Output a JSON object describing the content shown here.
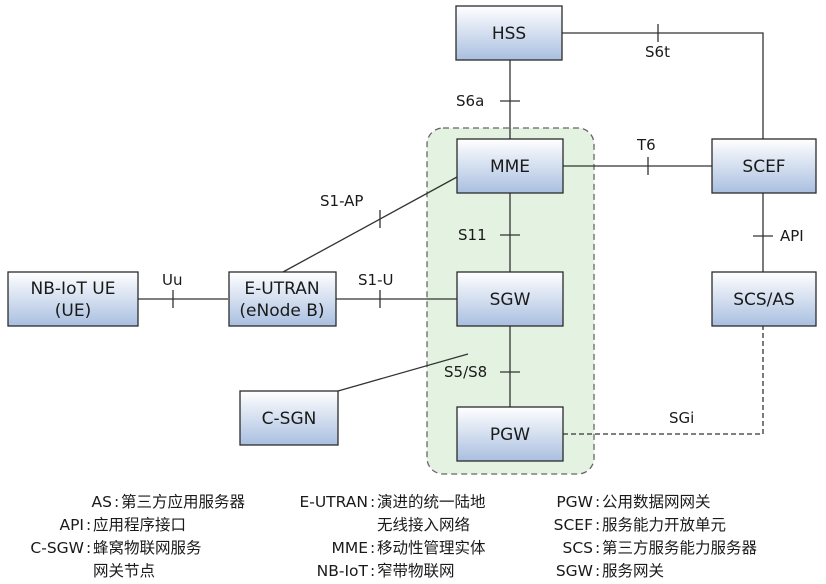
{
  "nodes": {
    "hss": "HSS",
    "mme": "MME",
    "scef": "SCEF",
    "nbiot_ue_1": "NB-IoT UE",
    "nbiot_ue_2": "(UE)",
    "eutran_1": "E-UTRAN",
    "eutran_2": "(eNode B)",
    "sgw": "SGW",
    "scs_as": "SCS/AS",
    "c_sgn": "C-SGN",
    "pgw": "PGW"
  },
  "interfaces": {
    "s6t": "S6t",
    "s6a": "S6a",
    "t6": "T6",
    "s1_ap": "S1-AP",
    "s11": "S11",
    "api": "API",
    "uu": "Uu",
    "s1_u": "S1-U",
    "s5_s8": "S5/S8",
    "sgi": "SGi"
  },
  "legend": [
    {
      "abbr": "AS",
      "desc": "第三方应用服务器"
    },
    {
      "abbr": "API",
      "desc": "应用程序接口"
    },
    {
      "abbr": "C-SGW",
      "desc": "蜂窝物联网服务",
      "desc2": "网关节点"
    },
    {
      "abbr": "E-UTRAN",
      "desc": "演进的统一陆地",
      "desc2": "无线接入网络"
    },
    {
      "abbr": "MME",
      "desc": "移动性管理实体"
    },
    {
      "abbr": "NB-IoT",
      "desc": "窄带物联网"
    },
    {
      "abbr": "PGW",
      "desc": "公用数据网网关"
    },
    {
      "abbr": "SCEF",
      "desc": "服务能力开放单元"
    },
    {
      "abbr": "SCS",
      "desc": "第三方服务能力服务器"
    },
    {
      "abbr": "SGW",
      "desc": "服务网关"
    }
  ],
  "colors": {
    "box_top": "#ffffff",
    "box_bottom": "#a9bfe0",
    "core_area_fill": "#e4f2e2",
    "core_area_stroke": "#666666"
  }
}
